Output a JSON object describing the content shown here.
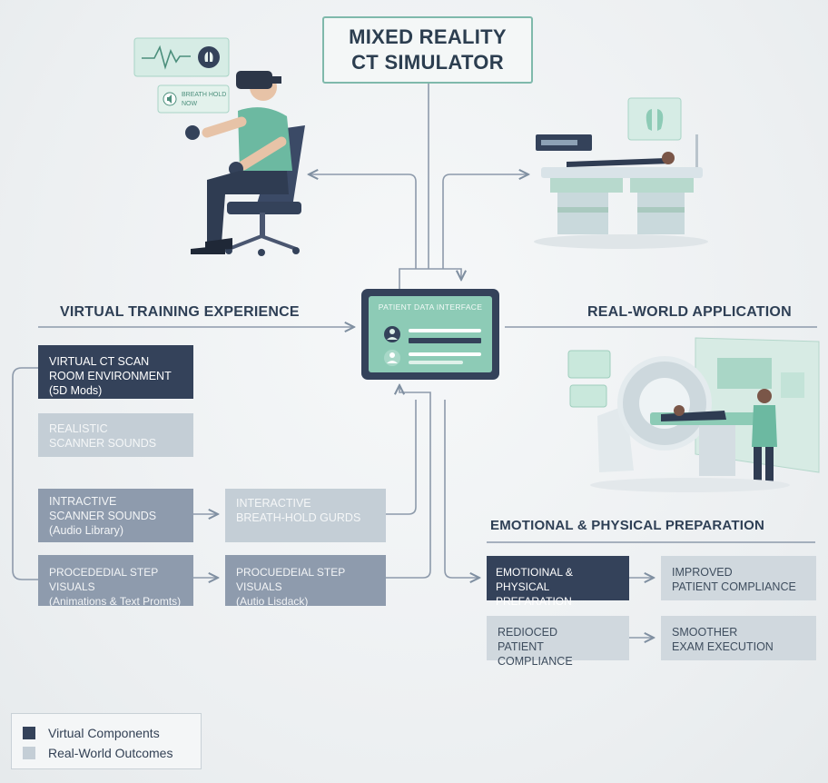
{
  "title": {
    "line1": "MIXED REALITY",
    "line2": "CT SIMULATOR"
  },
  "illustrations": {
    "vr_trainee": {
      "hud_text": "BREATH HOLD NOW"
    },
    "patient_data_interface": {
      "label": "PATIENT DATA INTERFACE"
    }
  },
  "sections": {
    "virtual_training": "VIRTUAL TRAINING EXPERIENCE",
    "real_world": "REAL-WORLD APPLICATION",
    "emotional_prep": "EMOTIONAL & PHYSICAL PREPARATION"
  },
  "left_boxes": {
    "ct_room": {
      "line1": "VIRTUAL CT SCAN",
      "line2": "ROOM ENVIRONMENT",
      "sub": "(5D Mods)"
    },
    "scanner_sounds": {
      "line1": "REALISTIC",
      "line2": "SCANNER SOUNDS"
    },
    "interactive_sounds": {
      "line1": "INTRACTIVE",
      "line2": "SCANNER SOUNDS",
      "sub": "(Audio Library)"
    },
    "breath_guides": {
      "line1": "INTERACTIVE",
      "line2": "BREATH-HOLD GURDS"
    },
    "step_visuals": {
      "line1": "PROCEDEDIAL STEP VISUALS",
      "sub": "(Animations & Text Promts)"
    },
    "step_visuals_audio": {
      "line1": "PROCUEDEIAL STEP VISUALS",
      "sub": "(Autio Lisdack)"
    }
  },
  "right_boxes": {
    "emotional": {
      "line1": "EMOTIOINAL &",
      "line2": "PHYSICAL PREFARATION"
    },
    "improved": {
      "line1": "IMPROVED",
      "line2": "PATIENT COMPLIANCE"
    },
    "reduced": {
      "line1": "REDIOCED",
      "line2": "PATIENT COMPLIANCE"
    },
    "smoother": {
      "line1": "SMOOTHER",
      "line2": "EXAM EXECUTION"
    }
  },
  "legend": [
    {
      "label": "Virtual Components",
      "color": "#34425a"
    },
    {
      "label": "Real-World Outcomes",
      "color": "#c4ced6"
    }
  ],
  "colors": {
    "dark": "#34425a",
    "mid": "#8e9bad",
    "light": "#c4ced6",
    "teal": "#8dcbb6",
    "line": "#7f8fa1"
  }
}
